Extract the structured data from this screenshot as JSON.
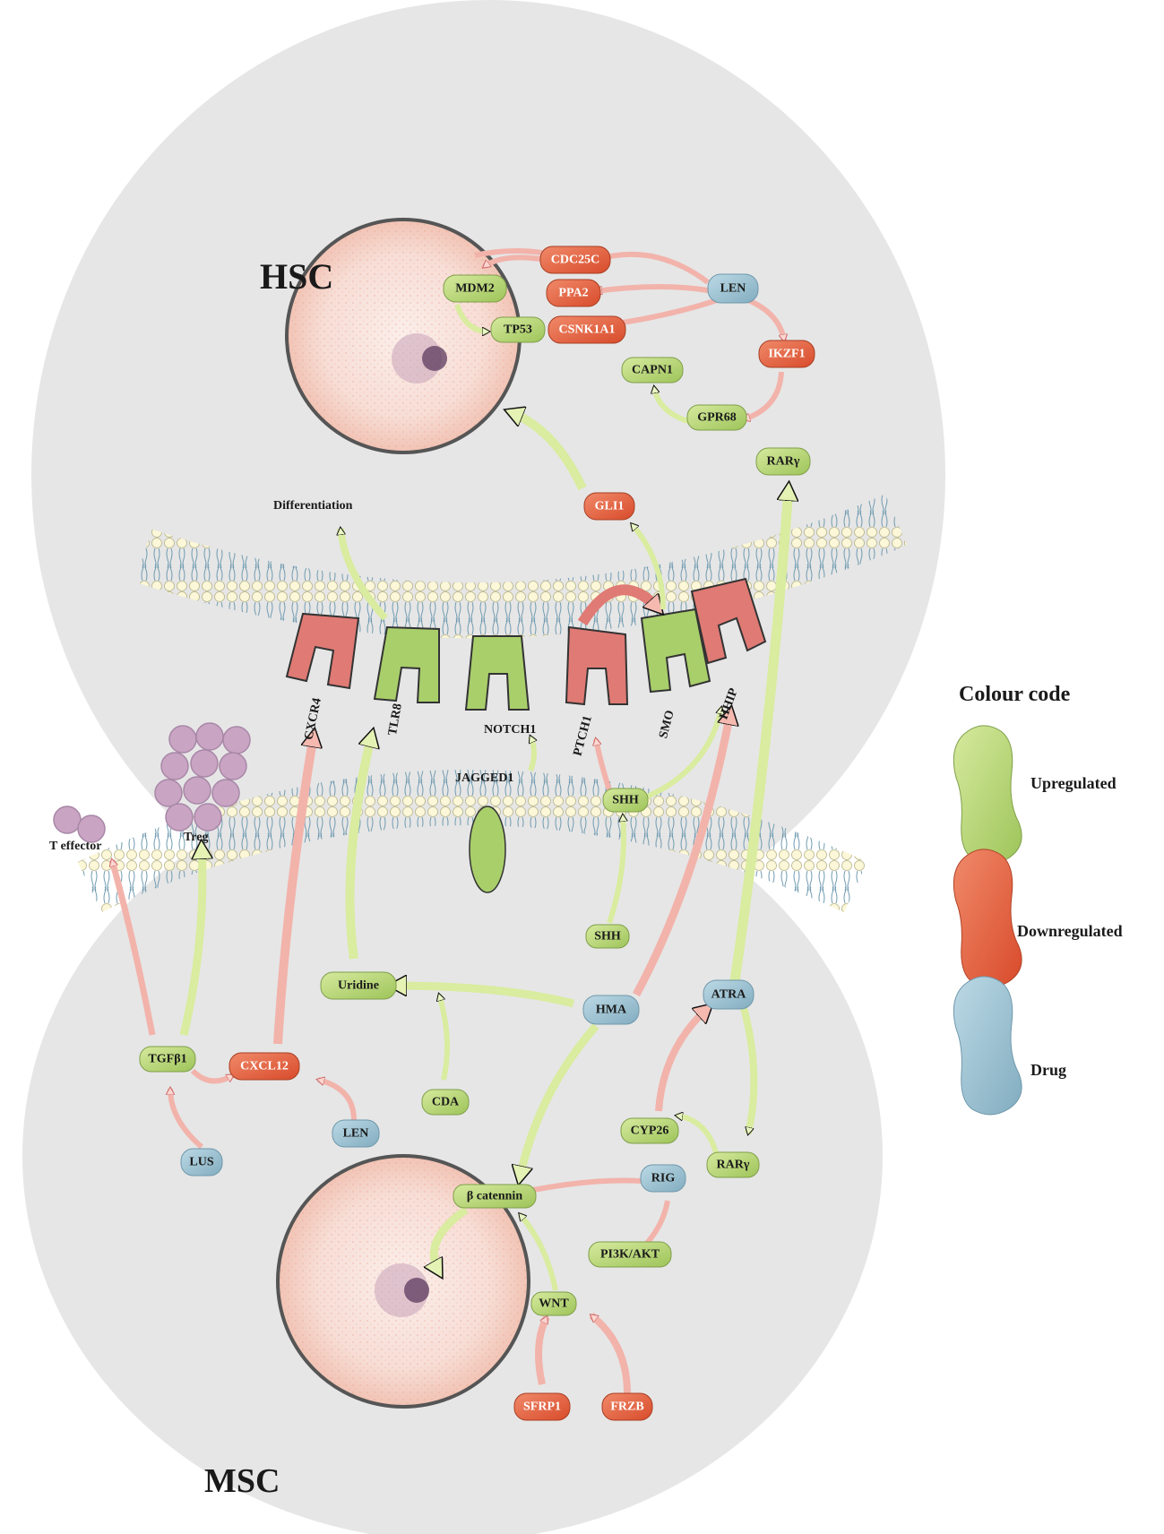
{
  "cells": {
    "hsc_label": "HSC",
    "msc_label": "MSC"
  },
  "legend": {
    "title": "Colour code",
    "items": [
      {
        "label": "Upregulated",
        "color": "#a8cf6a"
      },
      {
        "label": "Downregulated",
        "color": "#e5603f"
      },
      {
        "label": "Drug",
        "color": "#8fb9cb"
      }
    ]
  },
  "colors": {
    "up": "#b5d77c",
    "down": "#e45c3a",
    "drug": "#9cc3d3",
    "receptor_red": "#e07a74",
    "receptor_green": "#a9cf6b",
    "arrow_green": "#d9ec9f",
    "arrow_pink": "#f2b3ab",
    "cell_bg": "#e6e6e6"
  },
  "nodes": {
    "mdm2": "MDM2",
    "tp53": "TP53",
    "cdc25c": "CDC25C",
    "ppa2": "PPA2",
    "csnk1a1": "CSNK1A1",
    "len_top": "LEN",
    "ikzf1": "IKZF1",
    "capn1": "CAPN1",
    "gpr68": "GPR68",
    "rarg_top": "RARγ",
    "gli1": "GLI1",
    "shh_mid": "SHH",
    "shh_low": "SHH",
    "uridine": "Uridine",
    "hma": "HMA",
    "atra": "ATRA",
    "cda": "CDA",
    "tgfb1": "TGFβ1",
    "cxcl12": "CXCL12",
    "len_low": "LEN",
    "lus": "LUS",
    "cyp26": "CYP26",
    "rarg_low": "RARγ",
    "bcatenin": "β catennin",
    "rig": "RIG",
    "pi3k": "PI3K/AKT",
    "wnt": "WNT",
    "sfrp1": "SFRP1",
    "frzb": "FRZB"
  },
  "labels": {
    "differentiation": "Differentiation",
    "cxcr4": "CXCR4",
    "tlr8": "TLR8",
    "notch1": "NOTCH1",
    "ptch1": "PTCH1",
    "smo": "SMO",
    "hhip": "HHIP",
    "jagged1": "JAGGED1",
    "t_effector": "T effector",
    "treg": "Treg"
  }
}
